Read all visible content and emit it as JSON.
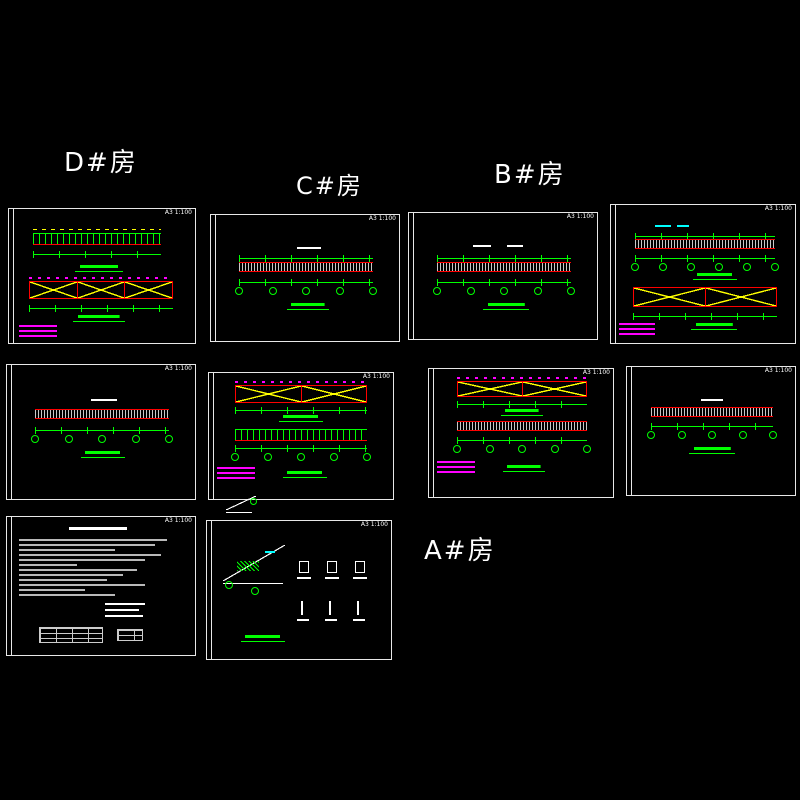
{
  "background": "#000000",
  "room_labels": {
    "d": "D#房",
    "c": "C#房",
    "b": "B#房",
    "a": "A#房"
  },
  "sheets": {
    "scale_label": "A3 1:100"
  },
  "colors": {
    "frame_border": "#e8e8e8",
    "dimension_green": "#00ff00",
    "member_red": "#ff0000",
    "brace_yellow": "#ffff00",
    "note_magenta": "#ff00ff",
    "mark_cyan": "#00ffff",
    "hatch_gray": "#c8c8c8"
  }
}
